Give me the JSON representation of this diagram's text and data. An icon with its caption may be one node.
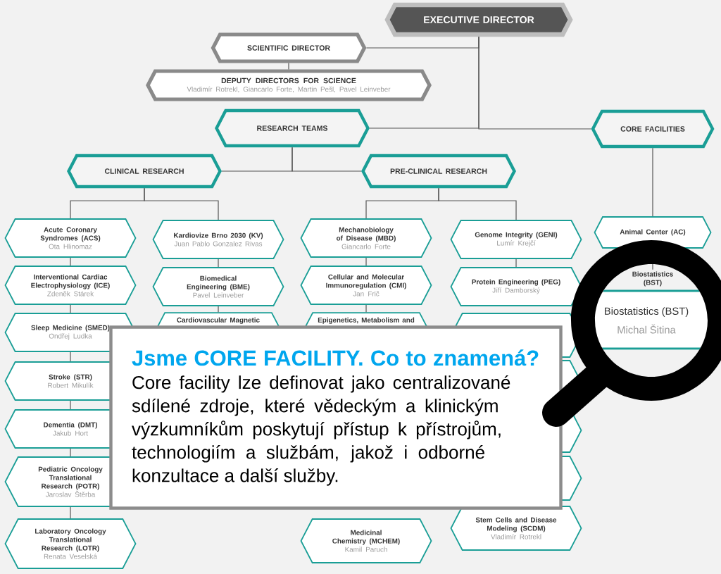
{
  "diagram": {
    "nodes": [
      {
        "text": [
          "EXECUTIVE DIRECTOR"
        ]
      },
      {
        "text": [
          "SCIENTIFIC DIRECTOR"
        ]
      },
      {
        "text": [
          "DEPUTY DIRECTORS FOR SCIENCE",
          "Vladimír Rotrekl, Giancarlo Forte, Martin Pešl, Pavel Leinveber"
        ]
      },
      {
        "text": [
          "RESEARCH TEAMS"
        ]
      },
      {
        "text": [
          "CORE FACILITIES"
        ]
      },
      {
        "text": [
          "CLINICAL RESEARCH"
        ]
      },
      {
        "text": [
          "PRE-CLINICAL RESEARCH"
        ]
      },
      {
        "text": [
          "Acute Coronary Syndromes (ACS)",
          "Ota Hlinomaz"
        ]
      },
      {
        "text": [
          "Interventional Cardiac Electrophysiology (ICE)",
          "Zdeněk Stárek"
        ]
      },
      {
        "text": [
          "Sleep Medicine (SMED)",
          "Ondřej Ludka"
        ]
      },
      {
        "text": [
          "Stroke (STR)",
          "Robert Mikulík"
        ]
      },
      {
        "text": [
          "Dementia (DMT)",
          "Jakub Hort"
        ]
      },
      {
        "text": [
          "Pediatric Oncology Translational Research (POTR)",
          "Jaroslav Štěrba"
        ]
      },
      {
        "text": [
          "Laboratory Oncology Translational Research (LOTR)",
          "Renata Veselská"
        ]
      },
      {
        "text": [
          "Kardiovize Brno 2030 (KV)",
          "Juan Pablo Gonzalez Rivas"
        ]
      },
      {
        "text": [
          "Biomedical Engineering (BME)",
          "Pavel Leinveber"
        ]
      },
      {
        "text": [
          "Cardiovascular Magnetic"
        ]
      },
      {
        "text": [
          "Mechanobiology of Disease (MBD)",
          "Giancarlo Forte"
        ]
      },
      {
        "text": [
          "Cellular and Molecular Immunoregulation (CMI)",
          "Jan Frič"
        ]
      },
      {
        "text": [
          "Epigenetics, Metabolism and"
        ]
      },
      {
        "text": [
          "Medicinal Chemistry (MCHEM)",
          "Kamil Paruch"
        ]
      },
      {
        "text": [
          "Genome Integrity (GENI)",
          "Lumír Krejčí"
        ]
      },
      {
        "text": [
          "Protein Engineering (PEG)",
          "Jiří Damborský"
        ]
      },
      {
        "text": [],
        "shape": "hexagon"
      },
      {
        "text": [],
        "shape": "hexagon"
      },
      {
        "text": [],
        "shape": "hexagon"
      },
      {
        "text": [],
        "shape": "hexagon"
      },
      {
        "text": [
          "Stem Cells and Disease Modeling (SCDM)",
          "Vladimír Rotrekl"
        ]
      },
      {
        "text": [
          "Animal Center (AC)"
        ]
      },
      {
        "text": [
          "Biostatistics (BST)"
        ]
      },
      {
        "text": [
          "Jsme CORE FACILITY. Co to znamená?",
          "Core facility lze definovat jako centralizované sdílené zdroje, které vědeckým a klinickým výzkumníkům poskytují přístup k přístrojům, technologiím a službám, jakož i odborné konzultace a další služby."
        ]
      }
    ],
    "edges": [
      {
        "from": 0,
        "to": 1,
        "arrow": "none"
      },
      {
        "from": 0,
        "to": 3,
        "arrow": "none"
      },
      {
        "from": 0,
        "to": 4,
        "arrow": "none"
      },
      {
        "from": 1,
        "to": 2,
        "arrow": "none"
      },
      {
        "from": 3,
        "to": 5,
        "arrow": "none"
      },
      {
        "from": 3,
        "to": 6,
        "arrow": "none"
      },
      {
        "from": 5,
        "to": 7,
        "arrow": "none"
      },
      {
        "from": 5,
        "to": 14,
        "arrow": "none"
      },
      {
        "from": 6,
        "to": 17,
        "arrow": "none"
      },
      {
        "from": 6,
        "to": 21,
        "arrow": "none"
      },
      {
        "from": 7,
        "to": 8,
        "arrow": "none"
      },
      {
        "from": 8,
        "to": 9,
        "arrow": "none"
      },
      {
        "from": 9,
        "to": 10,
        "arrow": "none"
      },
      {
        "from": 10,
        "to": 11,
        "arrow": "none"
      },
      {
        "from": 11,
        "to": 12,
        "arrow": "none"
      },
      {
        "from": 12,
        "to": 13,
        "arrow": "none"
      },
      {
        "from": 14,
        "to": 15,
        "arrow": "none"
      },
      {
        "from": 15,
        "to": 16,
        "arrow": "none"
      },
      {
        "from": 17,
        "to": 18,
        "arrow": "none"
      },
      {
        "from": 18,
        "to": 19,
        "arrow": "none"
      },
      {
        "from": 21,
        "to": 22,
        "arrow": "none"
      },
      {
        "from": 4,
        "to": 28,
        "arrow": "none"
      },
      {
        "from": 28,
        "to": 29,
        "arrow": "none"
      }
    ],
    "labels": [
      "Biostatistics (BST)",
      "Michal Šitina"
    ]
  }
}
